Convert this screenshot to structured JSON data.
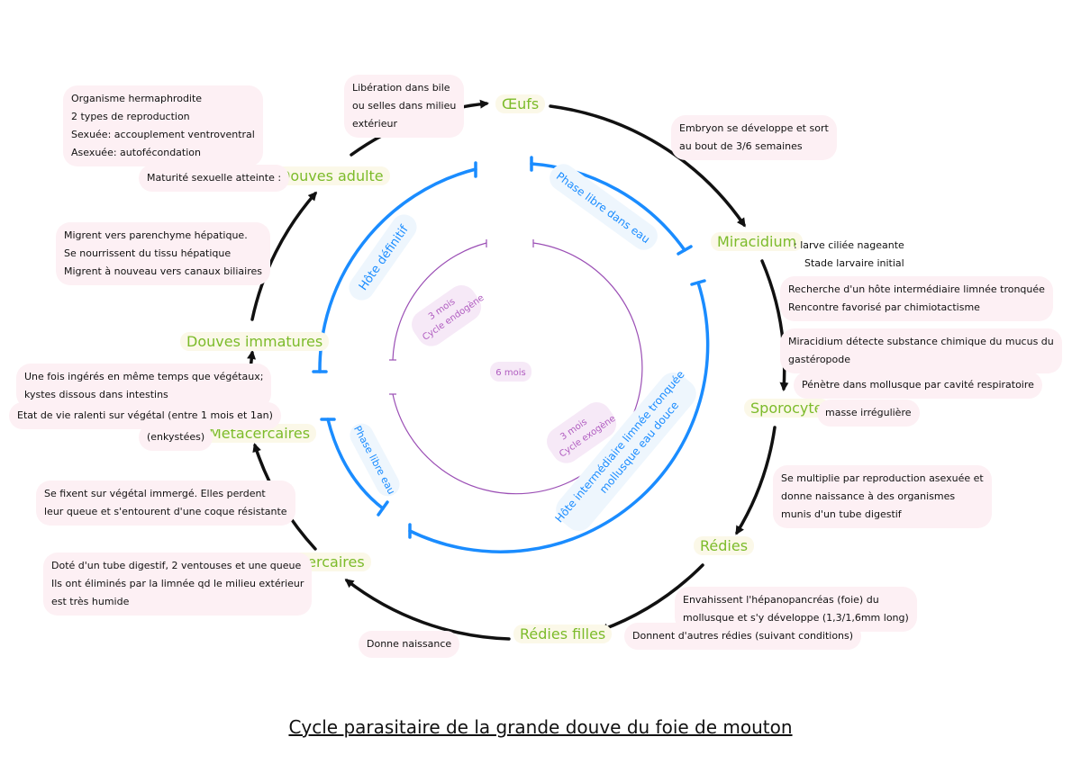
{
  "title": "Cycle parasitaire de la grande douve du foie de mouton",
  "colors": {
    "stage": "#7cbb2a",
    "phase": "#1a8cff",
    "inner": "#9b4fb5",
    "note_bg": "#fdf0f4"
  },
  "stages": {
    "oeufs": "Œufs",
    "miracidium": "Miracidium",
    "sporocyte": "Sporocyte",
    "redies": "Rédies",
    "redies_filles": "Rédies filles",
    "cercaires": "Cercaires",
    "metacercaires": "Métacercaires",
    "douves_immatures": "Douves immatures",
    "douves_adulte": "Douves adulte"
  },
  "phases": {
    "hote_definitif": "Hôte définitif",
    "phase_libre_eau_haut": "Phase libre dans eau",
    "hote_intermediaire_1": "Hôte intermédiaire limnée tronquée",
    "hote_intermediaire_2": "mollusque eau douce",
    "phase_libre_eau_bas": "Phase libre eau"
  },
  "inner": {
    "endogene_1": "3 mois",
    "endogene_2": "Cycle endogène",
    "exogene_1": "3 mois",
    "exogene_2": "Cycle exogène",
    "total": "6 mois"
  },
  "notes": {
    "liberation": [
      "Libération dans bile",
      "ou selles dans milieu",
      "extérieur"
    ],
    "embryon": [
      "Embryon se développe et sort",
      "au bout de 3/6 semaines"
    ],
    "organisme": [
      "Organisme hermaphrodite",
      "2 types de reproduction",
      "Sexuée: accouplement ventroventral",
      "Asexuée: autofécondation"
    ],
    "maturite": [
      "Maturité sexuelle atteinte :"
    ],
    "migrent": [
      "Migrent vers parenchyme hépatique.",
      "Se nourrissent du tissu hépatique",
      "Migrent à nouveau vers canaux biliaires"
    ],
    "larve": [
      ": larve ciliée nageante",
      "Stade larvaire initial"
    ],
    "recherche": [
      "Recherche d'un hôte intermédiaire limnée tronquée",
      "Rencontre favorisé par chimiotactisme"
    ],
    "detecte": [
      "Miracidium détecte substance chimique du mucus du",
      "gastéropode"
    ],
    "penetre": [
      "Pénètre dans mollusque par cavité respiratoire"
    ],
    "masse": [
      "masse irrégulière"
    ],
    "multiplie": [
      "Se multiplie par reproduction asexuée et",
      "donne naissance à des organismes",
      "munis d'un tube digestif"
    ],
    "envahissent": [
      "Envahissent l'hépanopancréas (foie) du",
      "mollusque et s'y développe (1,3/1,6mm long)"
    ],
    "donnent": [
      "Donnent d'autres rédies (suivant conditions)"
    ],
    "donne_naissance": [
      "Donne naissance"
    ],
    "dote": [
      "Doté d'un tube digestif, 2 ventouses et une queue",
      "Ils ont éliminés par la limnée qd le milieu extérieur",
      "est très humide"
    ],
    "fixent": [
      "Se fixent sur végétal immergé. Elles perdent",
      "leur queue et s'entourent d'une coque résistante"
    ],
    "ingeres": [
      "Une fois ingérés en même temps que végétaux;",
      "kystes dissous dans intestins"
    ],
    "etat": [
      "Etat de vie ralenti sur végétal (entre 1 mois et 1an)"
    ],
    "enkystees": [
      "(enkystées)"
    ]
  }
}
